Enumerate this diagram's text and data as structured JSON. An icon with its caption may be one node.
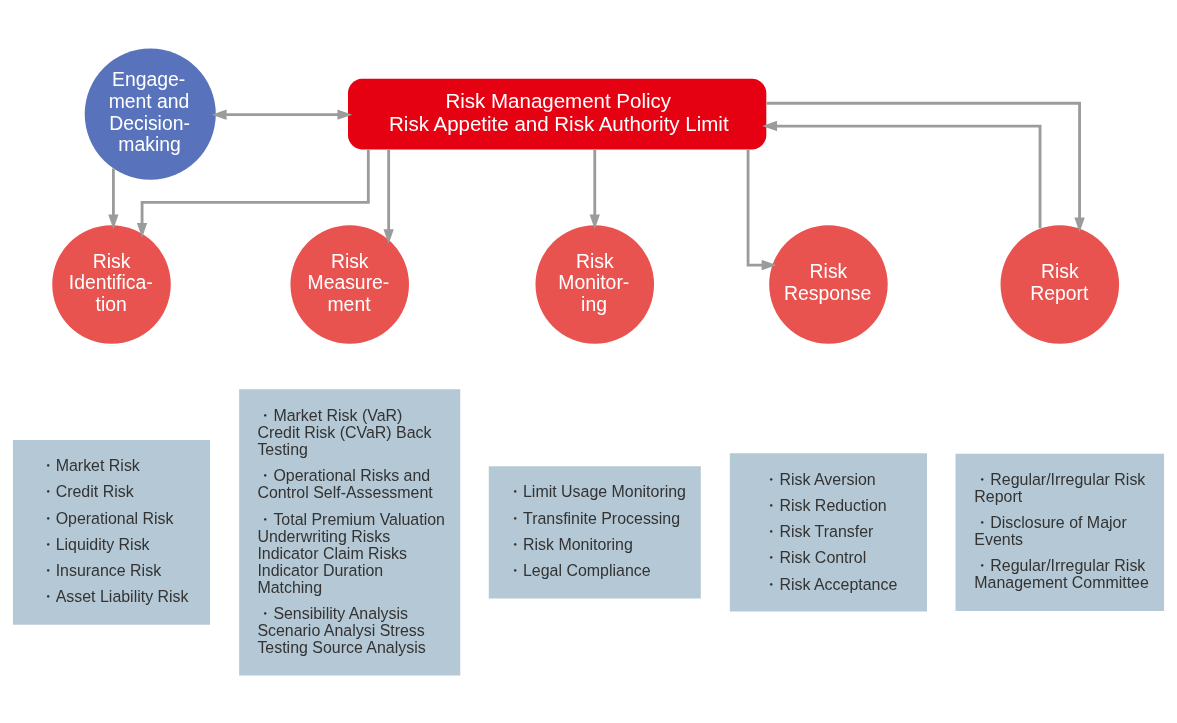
{
  "diagram": {
    "nodes": [
      {
        "text": [
          "Engage- ment and Decision- making"
        ]
      },
      {
        "text": [
          "Risk Management Policy",
          "Risk Appetite and Risk Authority Limit"
        ]
      },
      {
        "text": [
          "Risk Identifica- tion"
        ]
      },
      {
        "text": [
          "Risk Measure- ment"
        ]
      },
      {
        "text": [
          "Risk Monitor- ing"
        ]
      },
      {
        "text": [
          "Risk Response"
        ]
      },
      {
        "text": [
          "Risk Report"
        ]
      },
      {
        "text": [
          "・Market Risk",
          "・Credit Risk",
          "・Operational Risk",
          "・Liquidity Risk",
          "・Insurance Risk",
          "・Asset Liability Risk"
        ]
      },
      {
        "text": [
          "・Market Risk (VaR) Credit Risk (CVaR) Back Testing",
          "・Operational Risks and Control Self-Assessment",
          "・Total Premium Valuation Underwriting Risks Indicator Claim Risks Indicator Duration Matching",
          "・Sensibility Analysis Scenario Analysi Stress Testing Source Analysis"
        ]
      },
      {
        "text": [
          "・Limit Usage Monitoring",
          "・Transfinite Processing",
          "・Risk Monitoring",
          "・Legal Compliance"
        ]
      },
      {
        "text": [
          "・Risk Aversion",
          "・Risk Reduction",
          "・Risk Transfer",
          "・Risk Control",
          "・Risk Acceptance"
        ]
      },
      {
        "text": [
          "・Regular/Irregular Risk Report",
          "・Disclosure of Major Events",
          "・Regular/Irregular Risk Management Committee"
        ]
      }
    ],
    "edges": [
      {
        "from": 0,
        "to": 1,
        "arrow": "both"
      },
      {
        "from": 0,
        "to": 2,
        "arrow": "to"
      },
      {
        "from": 1,
        "to": 2,
        "arrow": "to"
      },
      {
        "from": 1,
        "to": 3,
        "arrow": "to"
      },
      {
        "from": 1,
        "to": 4,
        "arrow": "to"
      },
      {
        "from": 1,
        "to": 5,
        "arrow": "to"
      },
      {
        "from": 1,
        "to": 6,
        "arrow": "to"
      },
      {
        "from": 6,
        "to": 1,
        "arrow": "to"
      }
    ]
  }
}
